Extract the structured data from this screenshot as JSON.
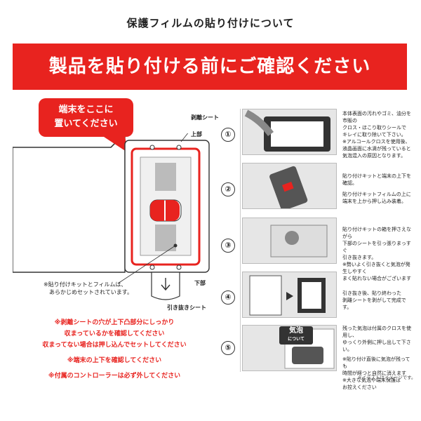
{
  "title": "保護フィルムの貼り付けについて",
  "banner": "製品を貼り付ける前にご確認ください",
  "callout": {
    "line1": "端末をここに",
    "line2": "置いてください"
  },
  "labels": {
    "release_sheet": "剥離シート",
    "top": "上部",
    "bottom": "下部",
    "pull_sheet": "引き抜きシート",
    "kit_note_1": "※貼り付けキットとフィルムは、",
    "kit_note_2": "あらかじめセットされています。"
  },
  "warnings": [
    "※剥離シートの穴が上下凸部分にしっかり",
    "収まっているかを確認してください",
    "収まってない場合は押し込んでセットしてください",
    "※端末の上下を確認してください",
    "※付属のコントローラーは必ず外してください"
  ],
  "steps": [
    {
      "num": "①",
      "lines": [
        "本体表面の汚れやゴミ、油分を市販の",
        "クロス・ほこり取りシールで",
        "キレイに取り除いて下さい。",
        "※アルコールクロスを使用後、",
        "液晶画面に水滴が残っていると",
        "気泡混入の原因となります。"
      ]
    },
    {
      "num": "②",
      "lines": [
        "貼り付けキットと端末の上下を確認。",
        "貼り付けキットフィルムの上に",
        "端末を上から押し込み装着。"
      ]
    },
    {
      "num": "③",
      "lines": [
        "貼り付けキットの箱を押さえながら",
        "下部のシートを引っ張りまっすぐ",
        "引き抜きます。",
        "※勢いよく引き抜くと気泡が発生しやすく",
        "まく貼れない場合がございます"
      ]
    },
    {
      "num": "④",
      "lines": [
        "引き抜き後、貼り終わった",
        "剥離シートを剥がして完成です。"
      ]
    },
    {
      "num": "⑤",
      "lines": [
        "残った気泡は付属のクロスを使用し、",
        "ゆっくり外側に押し出して下さい。",
        "※貼り付け直後に気泡が残っても",
        "時間が経つと自然に消えます",
        "※大きな気泡や端末保護は",
        "お控えください"
      ]
    }
  ],
  "bubble_tag": {
    "main": "気泡",
    "sub": "について"
  },
  "caption": "※イラストはイメージです。",
  "colors": {
    "accent": "#e8231f"
  }
}
